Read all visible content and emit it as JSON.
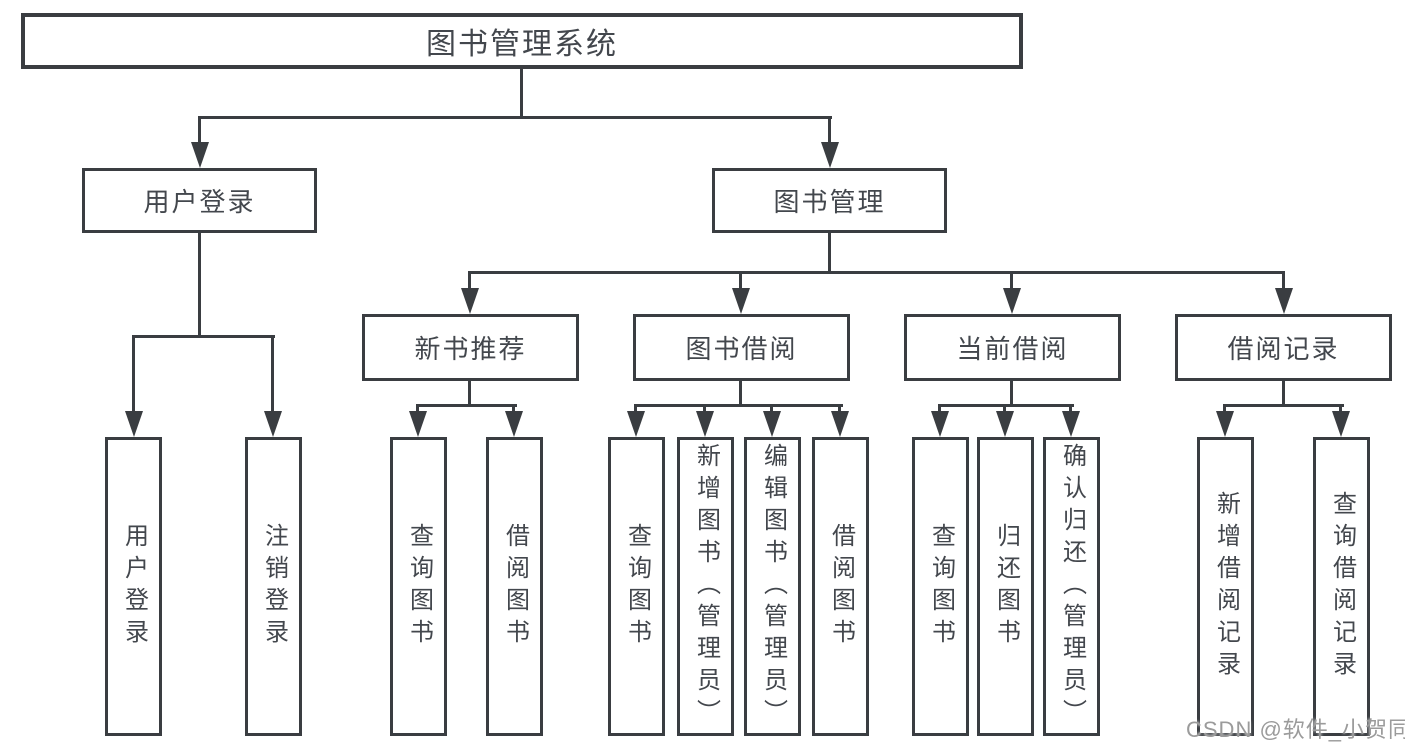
{
  "diagram": {
    "root": {
      "label": "图书管理系统"
    },
    "branches": [
      {
        "label": "用户登录",
        "children": [
          {
            "label": "用户登录"
          },
          {
            "label": "注销登录"
          }
        ]
      },
      {
        "label": "图书管理",
        "children": [
          {
            "label": "新书推荐",
            "children": [
              {
                "label": "查询图书"
              },
              {
                "label": "借阅图书"
              }
            ]
          },
          {
            "label": "图书借阅",
            "children": [
              {
                "label": "查询图书"
              },
              {
                "label": "新增图书（管理员）"
              },
              {
                "label": "编辑图书（管理员）"
              },
              {
                "label": "借阅图书"
              }
            ]
          },
          {
            "label": "当前借阅",
            "children": [
              {
                "label": "查询图书"
              },
              {
                "label": "归还图书"
              },
              {
                "label": "确认归还（管理员）"
              }
            ]
          },
          {
            "label": "借阅记录",
            "children": [
              {
                "label": "新增借阅记录"
              },
              {
                "label": "查询借阅记录"
              }
            ]
          }
        ]
      }
    ],
    "watermark": "CSDN @软件_小贺同学"
  },
  "colors": {
    "line": "#3a3d41",
    "text": "#43474d",
    "watermark": "#9b9b9b",
    "background": "#ffffff"
  }
}
